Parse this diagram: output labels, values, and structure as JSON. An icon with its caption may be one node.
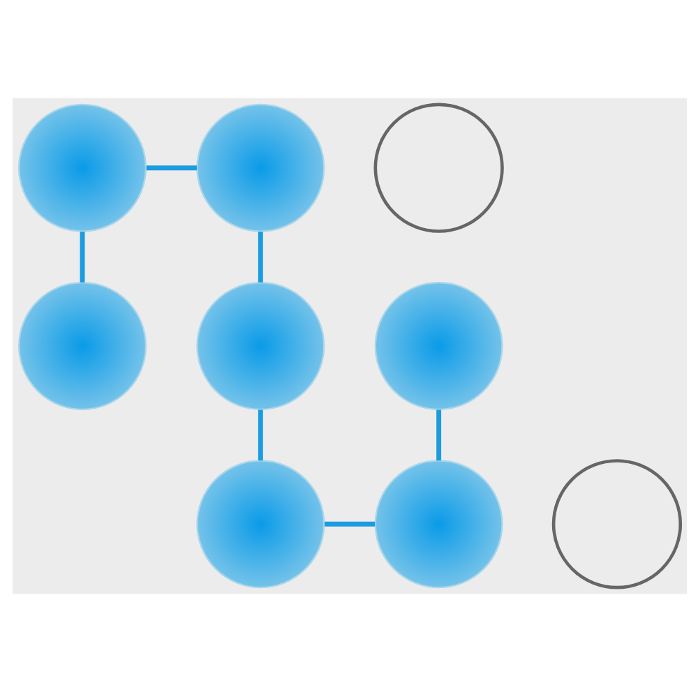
{
  "diagram": {
    "nodes": [
      {
        "text": [],
        "shape": "circle"
      },
      {
        "text": [],
        "shape": "circle"
      },
      {
        "text": [],
        "shape": "circle"
      },
      {
        "text": [],
        "shape": "circle"
      },
      {
        "text": [],
        "shape": "circle"
      },
      {
        "text": [],
        "shape": "circle"
      },
      {
        "text": [],
        "shape": "circle"
      },
      {
        "text": [],
        "shape": "circle"
      },
      {
        "text": [],
        "shape": "circle"
      }
    ],
    "edges": [
      {
        "from": 0,
        "to": 1,
        "arrow": "none"
      },
      {
        "from": 0,
        "to": 5,
        "arrow": "none"
      },
      {
        "from": 1,
        "to": 4,
        "arrow": "none"
      },
      {
        "from": 4,
        "to": 7,
        "arrow": "none"
      },
      {
        "from": 7,
        "to": 8,
        "arrow": "none"
      },
      {
        "from": 8,
        "to": 3,
        "arrow": "none"
      }
    ]
  }
}
